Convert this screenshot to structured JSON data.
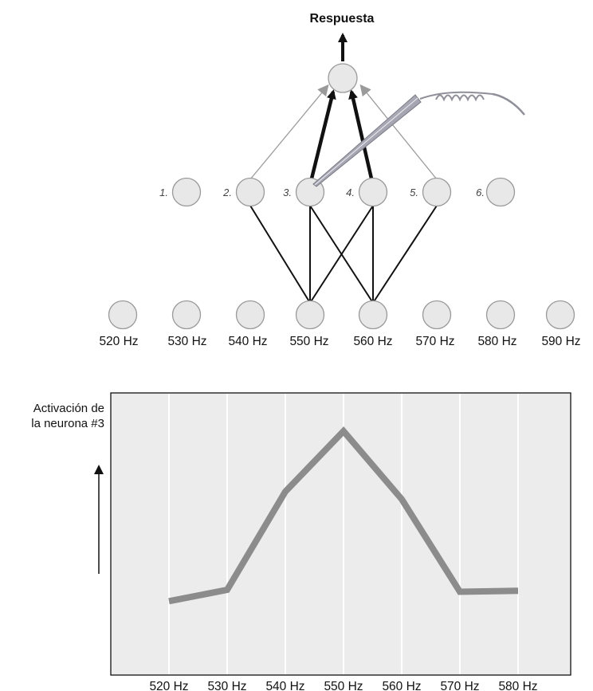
{
  "network": {
    "response_label": "Respuesta",
    "middle_nodes": [
      "1.",
      "2.",
      "3.",
      "4.",
      "5.",
      "6."
    ],
    "input_nodes": [
      "520 Hz",
      "530 Hz",
      "540 Hz",
      "550 Hz",
      "560 Hz",
      "570 Hz",
      "580 Hz",
      "590 Hz"
    ],
    "connections_input_to_middle": [
      {
        "from": "550 Hz",
        "to": "2."
      },
      {
        "from": "550 Hz",
        "to": "3."
      },
      {
        "from": "550 Hz",
        "to": "4."
      },
      {
        "from": "560 Hz",
        "to": "3."
      },
      {
        "from": "560 Hz",
        "to": "4."
      },
      {
        "from": "560 Hz",
        "to": "5."
      }
    ],
    "connections_middle_to_output": [
      {
        "from": "2.",
        "strength": "thin"
      },
      {
        "from": "3.",
        "strength": "thick"
      },
      {
        "from": "4.",
        "strength": "thick"
      },
      {
        "from": "5.",
        "strength": "thin"
      }
    ],
    "electrode_target": "3.",
    "colors": {
      "node_fill": "#e8e8e8",
      "node_stroke": "#9a9a9a",
      "thin_arrow": "#9a9a9a",
      "thick_arrow": "#111111",
      "electrode": "#a9a9b4"
    }
  },
  "chart": {
    "ylabel_line1": "Activación de",
    "ylabel_line2": "la neurona #3",
    "colors": {
      "panel": "#ececec",
      "grid": "#ffffff",
      "line": "#8c8c8c"
    }
  },
  "chart_data": {
    "type": "line",
    "categories": [
      "520 Hz",
      "530 Hz",
      "540 Hz",
      "550 Hz",
      "560 Hz",
      "570 Hz",
      "580 Hz"
    ],
    "values": [
      0.1,
      0.16,
      0.68,
      1.0,
      0.64,
      0.15,
      0.155
    ],
    "title": "",
    "xlabel": "",
    "ylabel": "Activación de la neurona #3",
    "ylim": [
      0,
      1
    ],
    "grid": "vertical lines at each category"
  }
}
